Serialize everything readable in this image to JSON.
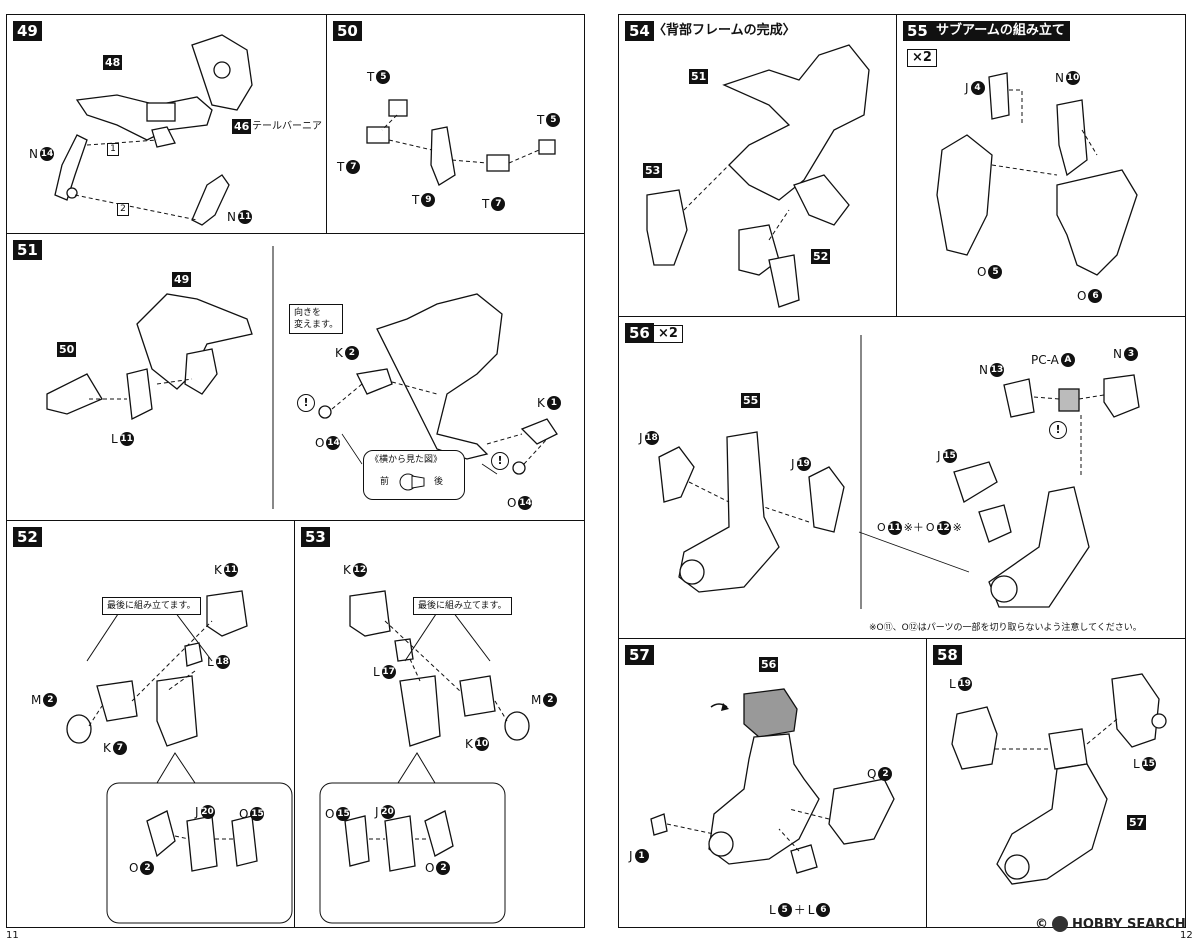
{
  "page_numbers": {
    "left": "11",
    "right": "12"
  },
  "watermark": {
    "text": "HOBBY SEARCH",
    "symbol": "©"
  },
  "panels": {
    "p49": {
      "step": "49",
      "labels": {
        "part48": "48",
        "part46": "46",
        "part46_text": "テールバーニア",
        "n14_letter": "N",
        "n14_num": "14",
        "n11_letter": "N",
        "n11_num": "11",
        "seq1": "1",
        "seq2": "2"
      }
    },
    "p50": {
      "step": "50",
      "labels": {
        "t5a_letter": "T",
        "t5a_num": "5",
        "t7a_letter": "T",
        "t7a_num": "7",
        "t9_letter": "T",
        "t9_num": "9",
        "t5b_letter": "T",
        "t5b_num": "5",
        "t7b_letter": "T",
        "t7b_num": "7"
      }
    },
    "p51": {
      "step": "51",
      "labels": {
        "part49": "49",
        "part50": "50",
        "l11_letter": "L",
        "l11_num": "11",
        "note_turn": "向きを\n変えます。",
        "k2_letter": "K",
        "k2_num": "2",
        "k1_letter": "K",
        "k1_num": "1",
        "o14a_letter": "O",
        "o14a_num": "14",
        "o14b_letter": "O",
        "o14b_num": "14",
        "side_view": "《横から見た図》",
        "front": "前",
        "back": "後",
        "warn": "!"
      }
    },
    "p52": {
      "step": "52",
      "labels": {
        "note_last": "最後に組み立てます。",
        "k11_letter": "K",
        "k11_num": "11",
        "l18_letter": "L",
        "l18_num": "18",
        "m2_letter": "M",
        "m2_num": "2",
        "k7_letter": "K",
        "k7_num": "7",
        "j20_letter": "J",
        "j20_num": "20",
        "o15_letter": "O",
        "o15_num": "15",
        "o2_letter": "O",
        "o2_num": "2"
      }
    },
    "p53": {
      "step": "53",
      "labels": {
        "k12_letter": "K",
        "k12_num": "12",
        "note_last": "最後に組み立てます。",
        "l17_letter": "L",
        "l17_num": "17",
        "m2_letter": "M",
        "m2_num": "2",
        "k10_letter": "K",
        "k10_num": "10",
        "o15_letter": "O",
        "o15_num": "15",
        "j20_letter": "J",
        "j20_num": "20",
        "o2_letter": "O",
        "o2_num": "2"
      }
    },
    "p54": {
      "step": "54",
      "title": "〈背部フレームの完成〉",
      "labels": {
        "part51": "51",
        "part53": "53",
        "part52": "52"
      }
    },
    "p55": {
      "step": "55",
      "title": "サブアームの組み立て",
      "times": "×2",
      "labels": {
        "j4_letter": "J",
        "j4_num": "4",
        "n10_letter": "N",
        "n10_num": "10",
        "o5_letter": "O",
        "o5_num": "5",
        "o6_letter": "O",
        "o6_num": "6"
      }
    },
    "p56": {
      "step": "56",
      "times": "×2",
      "labels": {
        "part55": "55",
        "j18_letter": "J",
        "j18_num": "18",
        "j19_letter": "J",
        "j19_num": "19",
        "n13_letter": "N",
        "n13_num": "13",
        "pca_letter": "PC-A",
        "pca_num": "A",
        "n3_letter": "N",
        "n3_num": "3",
        "j15_letter": "J",
        "j15_num": "15",
        "o11_text": "O",
        "o11_num": "11",
        "o12_text": "O",
        "o12_num": "12",
        "o_combo_mid": "※＋",
        "o_combo_end": "※",
        "warn": "!",
        "footnote": "※O⑪、O⑫はパーツの一部を切り取らないよう注意してください。"
      }
    },
    "p57": {
      "step": "57",
      "labels": {
        "part56": "56",
        "q2_letter": "Q",
        "q2_num": "2",
        "j1_letter": "J",
        "j1_num": "1",
        "l5_letter": "L",
        "l5_num": "5",
        "plus": "＋",
        "l6_letter": "L",
        "l6_num": "6"
      }
    },
    "p58": {
      "step": "58",
      "labels": {
        "l19_letter": "L",
        "l19_num": "19",
        "l15_letter": "L",
        "l15_num": "15",
        "part57": "57"
      }
    }
  }
}
